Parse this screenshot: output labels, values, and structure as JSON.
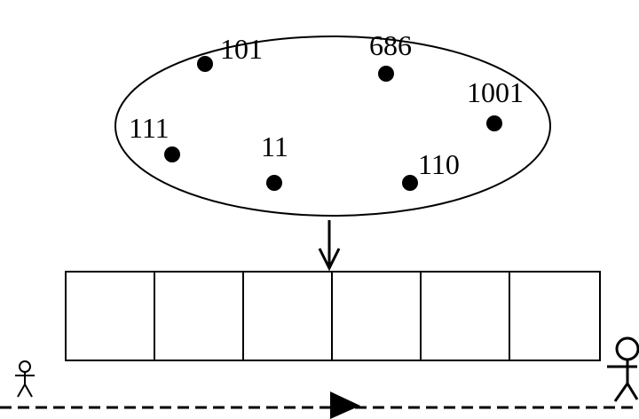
{
  "set_numbers": [
    {
      "id": "n101",
      "label": "101"
    },
    {
      "id": "n686",
      "label": "686"
    },
    {
      "id": "n1001",
      "label": "1001"
    },
    {
      "id": "n111",
      "label": "111"
    },
    {
      "id": "n11",
      "label": "11"
    },
    {
      "id": "n110",
      "label": "110"
    }
  ],
  "array_cells": [
    "",
    "",
    "",
    "",
    "",
    ""
  ],
  "colors": {
    "stroke": "#000000",
    "fill": "#000000",
    "background": "#ffffff"
  }
}
